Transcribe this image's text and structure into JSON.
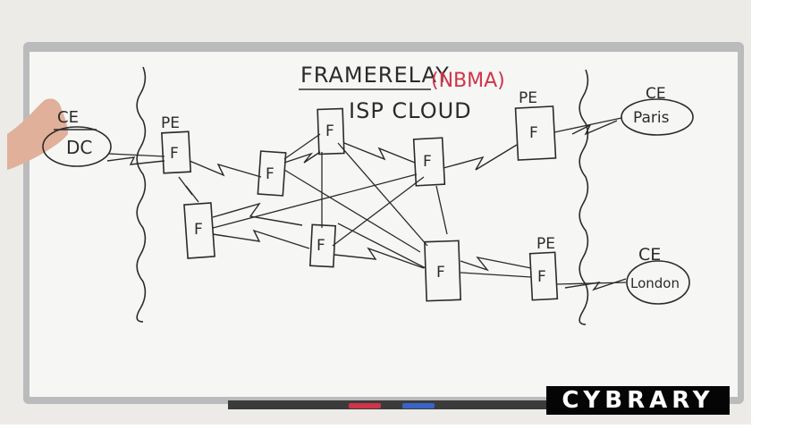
{
  "board": {
    "title_main": "FRAMERELAY",
    "title_paren": "(NBMA)",
    "subtitle": "ISP CLOUD",
    "left_site": {
      "role": "CE",
      "name": "DC"
    },
    "paris_site": {
      "role": "CE",
      "name": "Paris"
    },
    "london_site": {
      "role": "CE",
      "name": "London"
    },
    "pe_label": "PE",
    "switch_label": "F"
  },
  "brand": {
    "logo_text": "CYBRARY"
  },
  "colors": {
    "board_white": "#f6f6f4",
    "frame_gray": "#b9bbbd",
    "marker_black": "#2b2b2b",
    "marker_red": "#d0344a",
    "logo_bg": "#050505",
    "logo_fg": "#ffffff"
  }
}
